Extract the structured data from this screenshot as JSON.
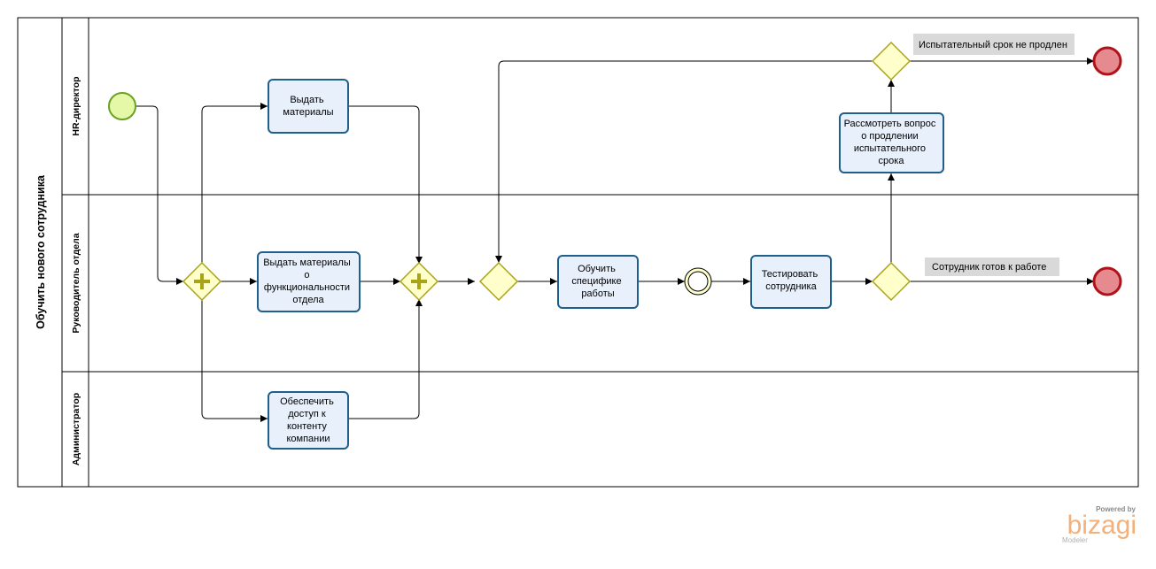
{
  "pool": {
    "title": "Обучить нового сотрудника"
  },
  "lanes": {
    "hr": "HR-директор",
    "head": "Руководитель отдела",
    "admin": "Администратор"
  },
  "tasks": {
    "give_materials": [
      "Выдать",
      "материалы"
    ],
    "give_func_materials": [
      "Выдать материалы",
      "о",
      "функциональности",
      "отдела"
    ],
    "provide_access": [
      "Обеспечить",
      "доступ к",
      "контенту",
      "компании"
    ],
    "teach_specifics": [
      "Обучить",
      "специфике",
      "работы"
    ],
    "test_employee": [
      "Тестировать",
      "сотрудника"
    ],
    "consider_extension": [
      "Рассмотреть вопрос",
      "о продлении",
      "испытательного",
      "срока"
    ]
  },
  "conditions": {
    "not_extended": "Испытательный срок не продлен",
    "ready": "Сотрудник готов к работе"
  },
  "colors": {
    "task_fill": "#e8f0fb",
    "task_stroke": "#1f5f8b",
    "gateway_fill": "#ffffcc",
    "gateway_stroke": "#a9a317",
    "start_fill": "#e4f8a8",
    "start_stroke": "#6aa121",
    "end_fill": "#e58a8e",
    "end_stroke": "#b0121c",
    "note_fill": "#d9d9d9"
  },
  "branding": {
    "powered_by": "Powered by",
    "name": "bizagi",
    "product": "Modeler"
  }
}
